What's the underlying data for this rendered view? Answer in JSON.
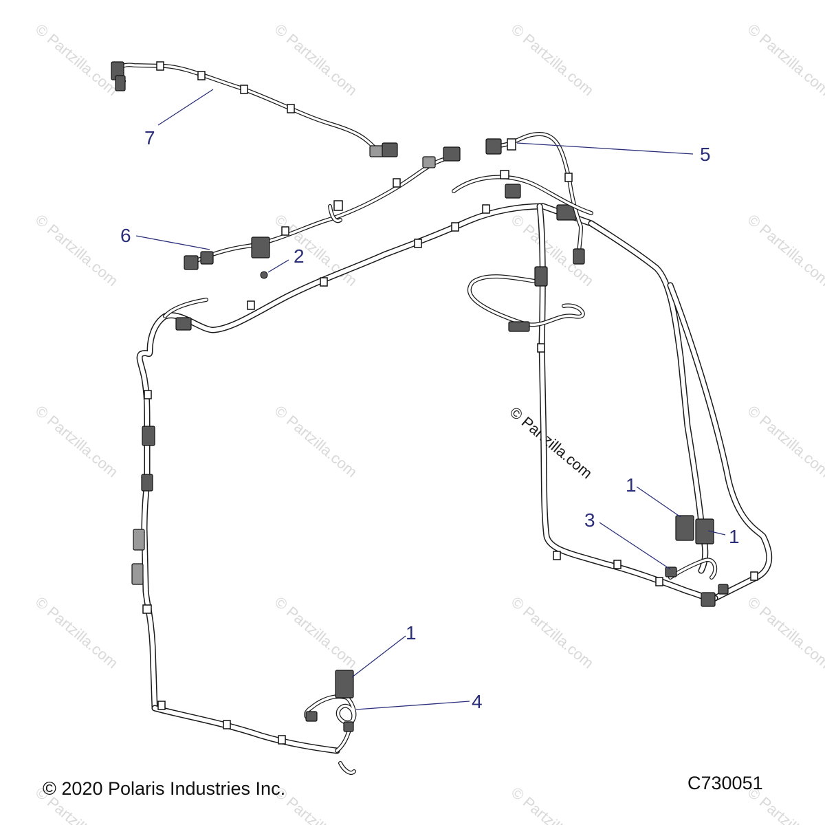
{
  "watermark": {
    "text": "© Partzilla.com",
    "center_text": "© Partzilla.com"
  },
  "callouts": [
    {
      "id": "c7",
      "label": "7"
    },
    {
      "id": "c6",
      "label": "6"
    },
    {
      "id": "c2",
      "label": "2"
    },
    {
      "id": "c5",
      "label": "5"
    },
    {
      "id": "c1a",
      "label": "1"
    },
    {
      "id": "c1b",
      "label": "1"
    },
    {
      "id": "c3",
      "label": "3"
    },
    {
      "id": "c1c",
      "label": "1"
    },
    {
      "id": "c4",
      "label": "4"
    }
  ],
  "footer": {
    "copyright": "© 2020 Polaris Industries Inc.",
    "diagram_code": "C730051"
  },
  "colors": {
    "callout": "#2b2f7a",
    "line": "#1a1a1a",
    "watermark": "#d9d9d9"
  }
}
